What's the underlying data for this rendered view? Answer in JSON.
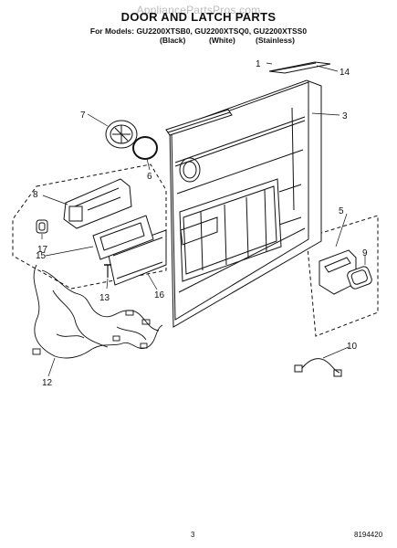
{
  "watermark": "AppliancePartsPros.com",
  "title": "DOOR AND LATCH PARTS",
  "models": "For Models: GU2200XTSB0, GU2200XTSQ0, GU2200XTSS0",
  "finishes": [
    "(Black)",
    "(White)",
    "(Stainless)"
  ],
  "callouts": {
    "c1": "1",
    "c3": "3",
    "c5": "5",
    "c6": "6",
    "c7": "7",
    "c8": "8",
    "c9": "9",
    "c10": "10",
    "c12": "12",
    "c13": "13",
    "c14": "14",
    "c15": "15",
    "c16": "16",
    "c17": "17"
  },
  "page_number": "3",
  "doc_number": "8194420"
}
